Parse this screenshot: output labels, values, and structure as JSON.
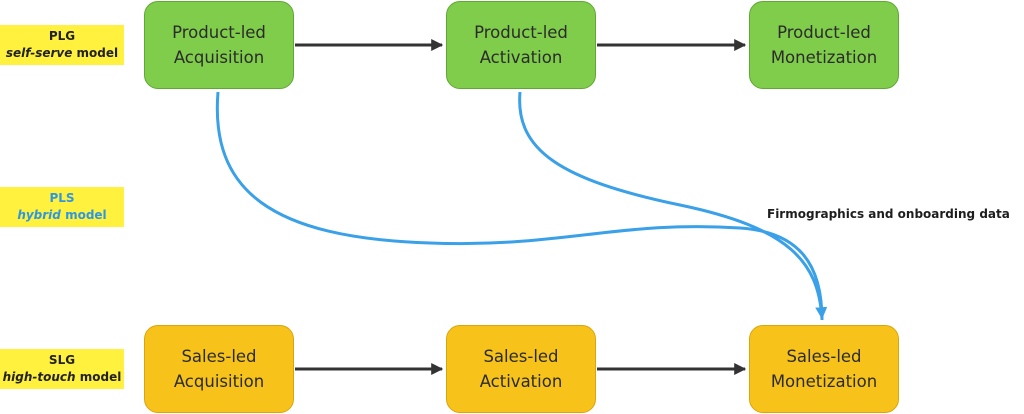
{
  "row_labels": {
    "plg": {
      "title": "PLG",
      "emphasis": "self-serve",
      "suffix": " model"
    },
    "pls": {
      "title": "PLS",
      "emphasis": "hybrid",
      "suffix": " model"
    },
    "slg": {
      "title": "SLG",
      "emphasis": "high-touch",
      "suffix": " model"
    }
  },
  "plg_boxes": [
    {
      "line1": "Product-led",
      "line2": "Acquisition"
    },
    {
      "line1": "Product-led",
      "line2": "Activation"
    },
    {
      "line1": "Product-led",
      "line2": "Monetization"
    }
  ],
  "slg_boxes": [
    {
      "line1": "Sales-led",
      "line2": "Acquisition"
    },
    {
      "line1": "Sales-led",
      "line2": "Activation"
    },
    {
      "line1": "Sales-led",
      "line2": "Monetization"
    }
  ],
  "hybrid_annotation": "Firmographics and onboarding data",
  "colors": {
    "plg_fill": "#7fcd4b",
    "slg_fill": "#f7c31a",
    "label_fill": "#fff13d",
    "hybrid_text": "#2f97e0",
    "hybrid_arrow": "#3aa0e8",
    "flow_arrow": "#333333"
  }
}
